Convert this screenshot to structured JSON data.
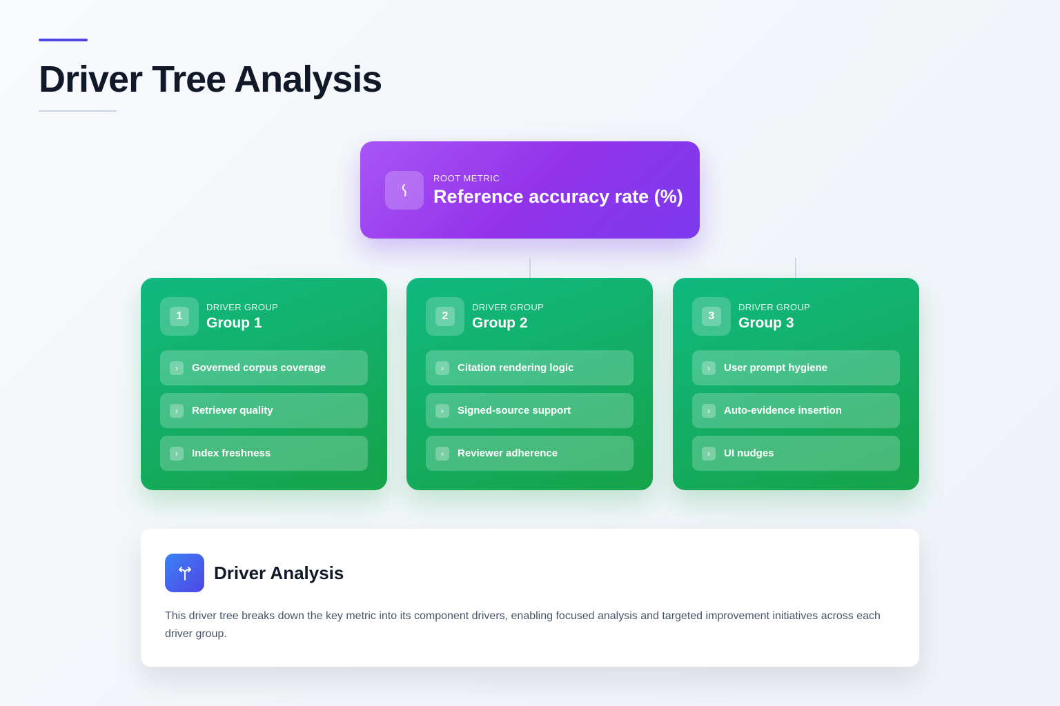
{
  "page": {
    "title": "Driver Tree Analysis"
  },
  "root": {
    "kicker": "ROOT METRIC",
    "title": "Reference accuracy rate (%)",
    "icon": "branch-icon"
  },
  "groups": [
    {
      "number": "1",
      "kicker": "DRIVER GROUP",
      "title": "Group 1",
      "drivers": [
        "Governed corpus coverage",
        "Retriever quality",
        "Index freshness"
      ]
    },
    {
      "number": "2",
      "kicker": "DRIVER GROUP",
      "title": "Group 2",
      "drivers": [
        "Citation rendering logic",
        "Signed-source support",
        "Reviewer adherence"
      ]
    },
    {
      "number": "3",
      "kicker": "DRIVER GROUP",
      "title": "Group 3",
      "drivers": [
        "User prompt hygiene",
        "Auto-evidence insertion",
        "UI nudges"
      ]
    }
  ],
  "analysis": {
    "title": "Driver Analysis",
    "icon": "split-arrows-icon",
    "body": "This driver tree breaks down the key metric into its component drivers, enabling focused analysis and targeted improvement initiatives across each driver group."
  },
  "colors": {
    "accent": "#4f46e5",
    "root": "#9333ea",
    "group": "#16a34a",
    "analysis_icon": "#4f46e5"
  }
}
